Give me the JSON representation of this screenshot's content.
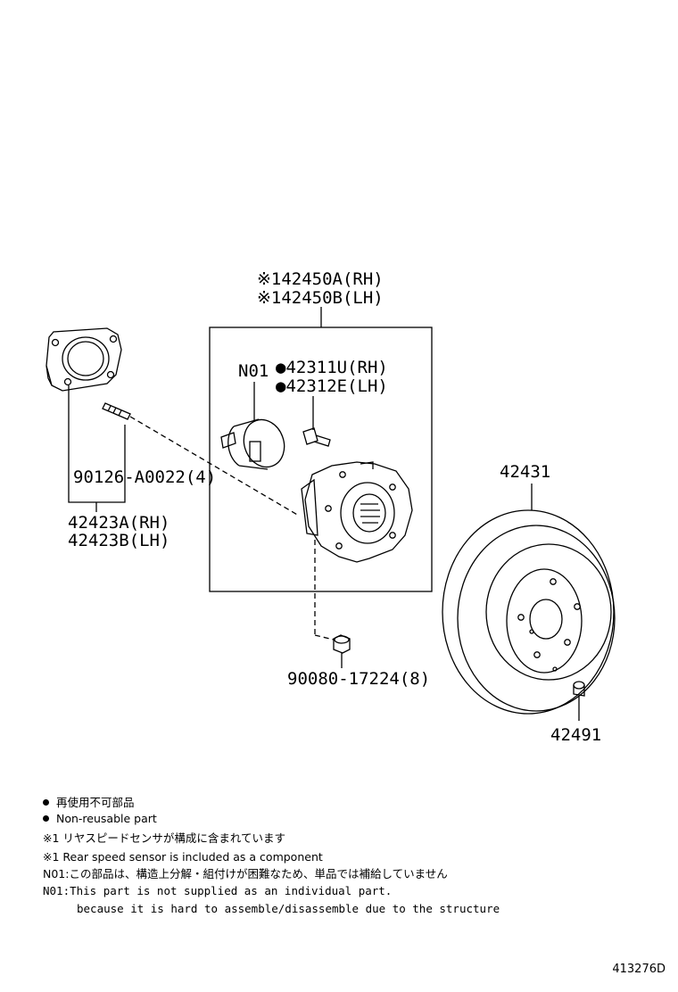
{
  "diagram": {
    "labels": {
      "assembly_rh": "※142450A(RH)",
      "assembly_lh": "※142450B(LH)",
      "n01_tag": "N01",
      "sensor_rh": "●42311U(RH)",
      "sensor_lh": "●42312E(LH)",
      "stud_bolt": "90126-A0022(4)",
      "carrier_rh": "42423A(RH)",
      "carrier_lh": "42423B(LH)",
      "disc": "42431",
      "nut": "90080-17224(8)",
      "disc_screw": "42491"
    }
  },
  "notes": {
    "line1": "再使用不可部品",
    "line2": "Non-reusable part",
    "line3": "※1 リヤスピードセンサが構成に含まれています",
    "line4": "※1 Rear speed sensor is included as a component",
    "line5": "N01:この部品は、構造上分解・組付けが困難なため、単品では補給していません",
    "line6": "N01:This part is not supplied as an individual part.",
    "line7": "because it is hard to assemble/disassemble due to the structure"
  },
  "figure_code": "413276D"
}
